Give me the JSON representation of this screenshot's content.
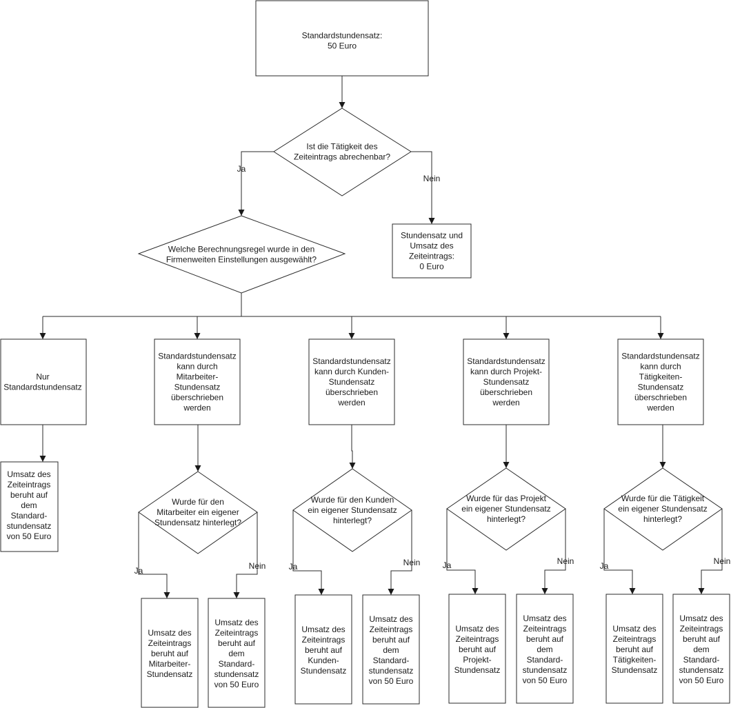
{
  "nodes": {
    "start": [
      "Standardstundensatz:",
      "50 Euro"
    ],
    "q_billable": [
      "Ist die Tätigkeit des",
      "Zeiteintrags abrechenbar?"
    ],
    "zero_rate": [
      "Stundensatz und",
      "Umsatz des",
      "Zeiteintrags:",
      "0 Euro"
    ],
    "q_rule": [
      "Welche Berechnungsregel wurde in den",
      "Firmenweiten Einstellungen ausgewählt?"
    ],
    "opt_standard": [
      "Nur",
      "Standardstundensatz"
    ],
    "opt_employee": [
      "Standardstundensatz",
      "kann durch",
      "Mitarbeiter-",
      "Stundensatz",
      "überschrieben",
      "werden"
    ],
    "opt_customer": [
      "Standardstundensatz",
      "kann durch Kunden-",
      "Stundensatz",
      "überschrieben",
      "werden"
    ],
    "opt_project": [
      "Standardstundensatz",
      "kann durch Projekt-",
      "Stundensatz",
      "überschrieben",
      "werden"
    ],
    "opt_activity": [
      "Standardstundensatz",
      "kann durch",
      "Tätigkeiten-",
      "Stundensatz",
      "überschrieben",
      "werden"
    ],
    "res_standard_only": [
      "Umsatz des",
      "Zeiteintrags",
      "beruht auf",
      "dem",
      "Standard-",
      "stundensatz",
      "von 50 Euro"
    ],
    "q_employee": [
      "Wurde für den",
      "Mitarbeiter ein eigener",
      "Stundensatz hinterlegt?"
    ],
    "q_customer": [
      "Wurde für den Kunden",
      "ein eigener Stundensatz",
      "hinterlegt?"
    ],
    "q_project": [
      "Wurde für das Projekt",
      "ein eigener Stundensatz",
      "hinterlegt?"
    ],
    "q_activity": [
      "Wurde für die Tätigkeit",
      "ein eigener Stundensatz",
      "hinterlegt?"
    ],
    "res_employee_yes": [
      "Umsatz des",
      "Zeiteintrags",
      "beruht auf",
      "Mitarbeiter-",
      "Stundensatz"
    ],
    "res_employee_no": [
      "Umsatz des",
      "Zeiteintrags",
      "beruht auf",
      "dem",
      "Standard-",
      "stundensatz",
      "von 50 Euro"
    ],
    "res_customer_yes": [
      "Umsatz des",
      "Zeiteintrags",
      "beruht auf",
      "Kunden-",
      "Stundensatz"
    ],
    "res_customer_no": [
      "Umsatz des",
      "Zeiteintrags",
      "beruht auf",
      "dem",
      "Standard-",
      "stundensatz",
      "von 50 Euro"
    ],
    "res_project_yes": [
      "Umsatz des",
      "Zeiteintrags",
      "beruht auf",
      "Projekt-",
      "Stundensatz"
    ],
    "res_project_no": [
      "Umsatz des",
      "Zeiteintrags",
      "beruht auf",
      "dem",
      "Standard-",
      "stundensatz",
      "von 50 Euro"
    ],
    "res_activity_yes": [
      "Umsatz des",
      "Zeiteintrags",
      "beruht auf",
      "Tätigkeiten-",
      "Stundensatz"
    ],
    "res_activity_no": [
      "Umsatz des",
      "Zeiteintrags",
      "beruht auf",
      "dem",
      "Standard-",
      "stundensatz",
      "von 50 Euro"
    ]
  },
  "edge_labels": {
    "billable_yes": "Ja",
    "billable_no": "Nein",
    "employee_yes": "Ja",
    "employee_no": "Nein",
    "customer_yes": "Ja",
    "customer_no": "Nein",
    "project_yes": "Ja",
    "project_no": "Nein",
    "activity_yes": "Ja",
    "activity_no": "Nein"
  }
}
